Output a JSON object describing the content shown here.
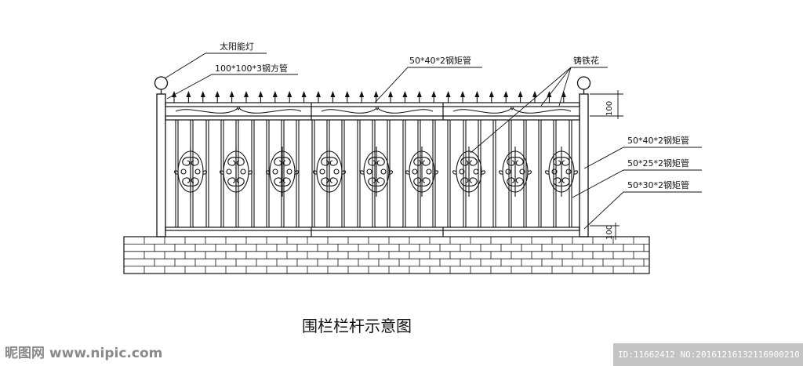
{
  "diagram": {
    "title": "围栏栏杆示意图",
    "labels": {
      "solar_lamp": "太阳能灯",
      "square_pipe": "100*100*3钢方管",
      "top_rect_pipe": "50*40*2钢矩管",
      "cast_iron_flower": "铸铁花",
      "rect_pipe_a": "50*40*2钢矩管",
      "rect_pipe_b": "50*25*2钢矩管",
      "rect_pipe_c": "50*30*2钢矩管"
    },
    "dimensions": {
      "top_height": "100",
      "bottom_height": "100"
    }
  },
  "watermark": {
    "brand": "昵图网 www.nipic.com",
    "id_text": "ID:11662412 NO:20161216132116900210"
  }
}
